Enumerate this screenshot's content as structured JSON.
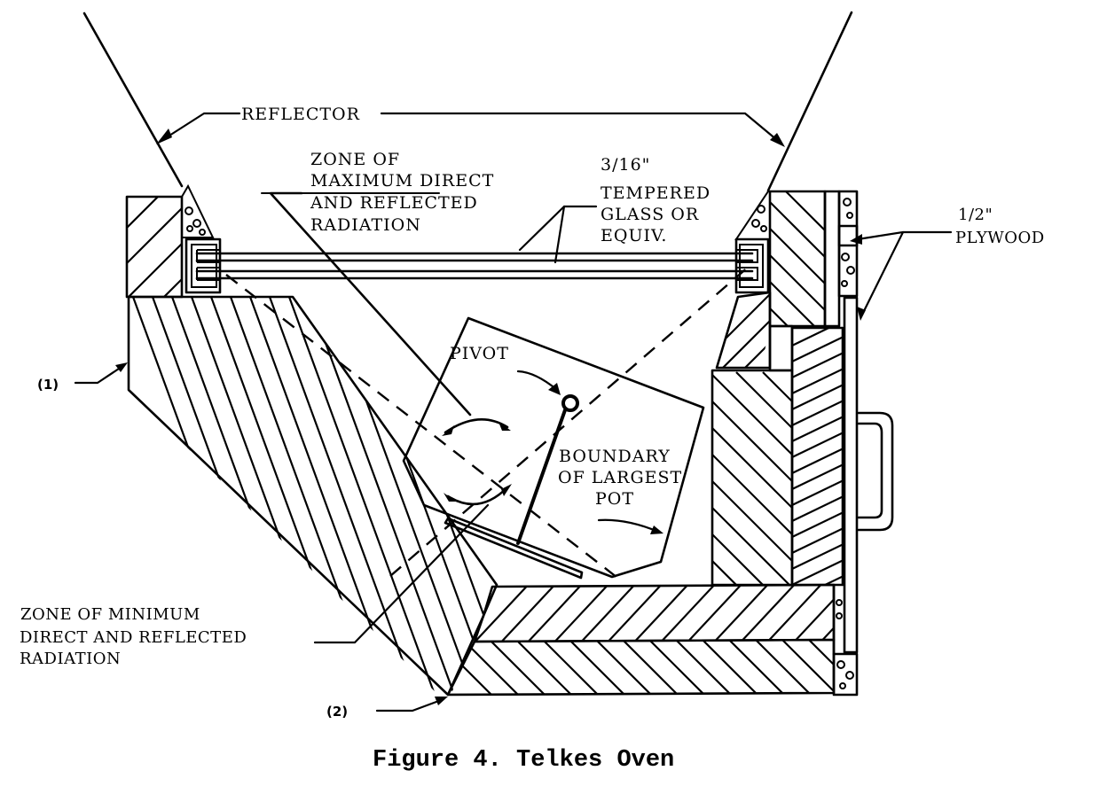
{
  "figure": {
    "caption": "Figure 4. Telkes Oven",
    "labels": {
      "reflector": "REFLECTOR",
      "zone_max": [
        "ZONE OF",
        "MAXIMUM DIRECT",
        "AND REFLECTED",
        "RADIATION"
      ],
      "glass": [
        "3/16\"",
        "TEMPERED",
        "GLASS OR",
        "EQUIV."
      ],
      "plywood": [
        "1/2\"",
        "PLYWOOD"
      ],
      "pivot": "PIVOT",
      "boundary": [
        "BOUNDARY",
        "OF LARGEST",
        "POT"
      ],
      "zone_min": [
        "ZONE OF MINIMUM",
        "DIRECT AND REFLECTED",
        "RADIATION"
      ],
      "callout_1": "(1)",
      "callout_2": "(2)"
    },
    "colors": {
      "ink": "#000000",
      "paper": "#ffffff"
    }
  }
}
